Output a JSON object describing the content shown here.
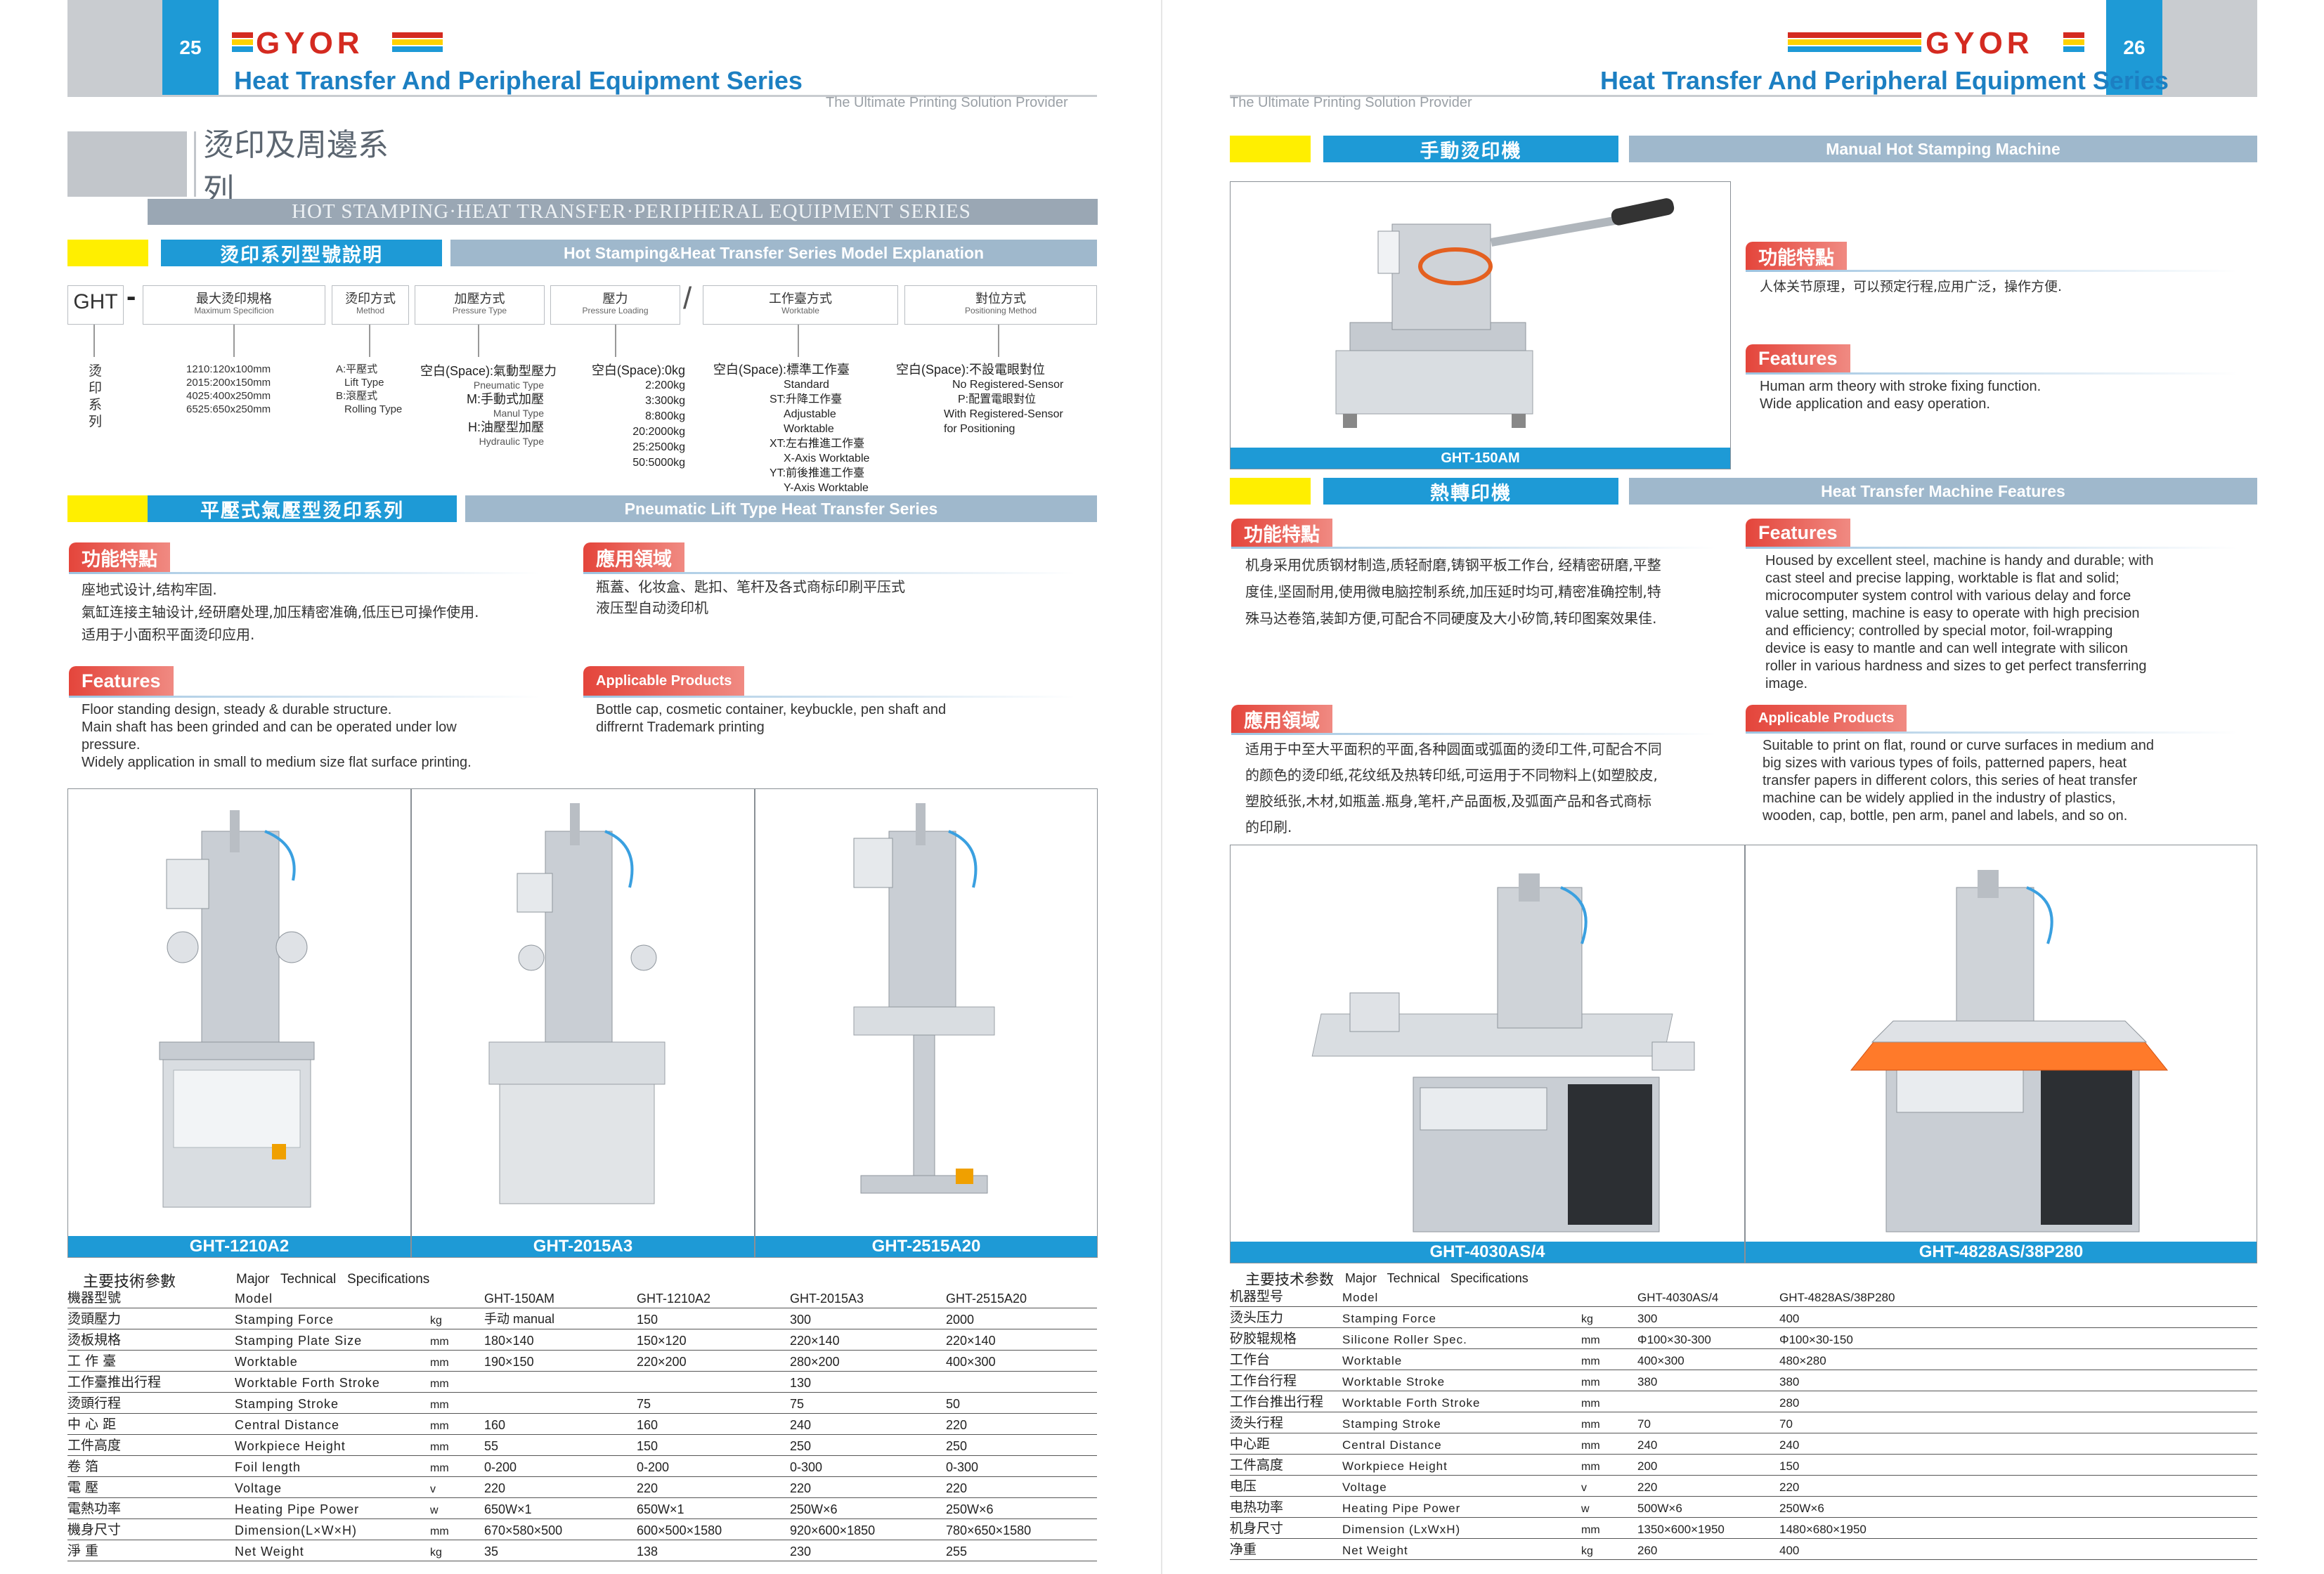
{
  "brand": {
    "logo": "GYOR",
    "colors": {
      "accent_blue": "#1e9ad6",
      "title_blue": "#1c7fc2",
      "grey": "#c9ccd0",
      "yellow": "#ffef00",
      "red": "#d42a20",
      "tag_red": "#e4453b"
    }
  },
  "left": {
    "page_number": "25",
    "series_title": "Heat Transfer And Peripheral Equipment Series",
    "slogan": "The Ultimate Printing Solution Provider",
    "main_title_cn": "烫印及周邊系列",
    "main_title_en": "HOT STAMPING·HEAT TRANSFER·PERIPHERAL EQUIPMENT SERIES",
    "model_section": {
      "cn": "烫印系列型號說明",
      "en": "Hot Stamping&Heat Transfer Series Model Explanation"
    },
    "model": {
      "code": "GHT",
      "dash": "-",
      "slash": "/",
      "boxes": [
        {
          "cn": "最大烫印規格",
          "en": "Maximum Specificion"
        },
        {
          "cn": "烫印方式",
          "en": "Method"
        },
        {
          "cn": "加壓方式",
          "en": "Pressure Type"
        },
        {
          "cn": "壓力",
          "en": "Pressure Loading"
        },
        {
          "cn": "工作臺方式",
          "en": "Worktable"
        },
        {
          "cn": "對位方式",
          "en": "Positioning Method"
        }
      ],
      "vertical_label": [
        "烫",
        "印",
        "系",
        "列"
      ],
      "specs": [
        "1210:120x100mm",
        "2015:200x150mm",
        "4025:400x250mm",
        "6525:650x250mm"
      ],
      "methods": [
        "A:平壓式",
        "Lift Type",
        "B:滾壓式",
        "Rolling Type"
      ],
      "pressure_types": [
        {
          "cn": "空白(Space):氣動型壓力",
          "en": "Pneumatic Type"
        },
        {
          "cn": "M:手動式加壓",
          "en": "Manul Type"
        },
        {
          "cn": "H:油壓型加壓",
          "en": "Hydraulic Type"
        }
      ],
      "loads": [
        "空白(Space):0kg",
        "2:200kg",
        "3:300kg",
        "8:800kg",
        "20:2000kg",
        "25:2500kg",
        "50:5000kg"
      ],
      "worktables": [
        "空白(Space):標準工作臺",
        "Standard",
        "ST:升降工作臺",
        "Adjustable Worktable",
        "XT:左右推進工作臺",
        "X-Axis Worktable",
        "YT:前後推進工作臺",
        "Y-Axis Worktable"
      ],
      "positioning": [
        "空白(Space):不設電眼對位",
        "No Registered-Sensor",
        "P:配置電眼對位",
        "With Registered-Sensor",
        "for Positioning"
      ]
    },
    "pneumatic_section": {
      "cn": "平壓式氣壓型烫印系列",
      "en": "Pneumatic Lift Type Heat Transfer Series"
    },
    "features_cn_tag": "功能特點",
    "features_cn": [
      "座地式设计,结构牢固.",
      "氣缸连接主轴设计,经研磨处理,加压精密准确,低压已可操作使用.",
      "适用于小面积平面烫印应用."
    ],
    "features_en_tag": "Features",
    "features_en": [
      "Floor standing design, steady & durable structure.",
      "Main shaft has been grinded and can be operated under low",
      "pressure.",
      "Widely application in small to medium size flat surface printing."
    ],
    "applications_cn_tag": "應用領域",
    "applications_cn": [
      "瓶蓋、化妆盒、匙扣、笔杆及各式商标印刷平压式",
      "液压型自动烫印机"
    ],
    "applications_en_tag": "Applicable Products",
    "applications_en": [
      "Bottle cap,  cosmetic container,  keybuckle,  pen shaft and",
      "diffrernt Trademark printing"
    ],
    "photos": [
      "GHT-1210A2",
      "GHT-2015A3",
      "GHT-2515A20"
    ],
    "spec_title_cn": "主要技術參數",
    "spec_title_en": "Major   Technical   Specifications",
    "spec_rows": [
      [
        "機器型號",
        "Model",
        "",
        "GHT-150AM",
        "GHT-1210A2",
        "GHT-2015A3",
        "GHT-2515A20"
      ],
      [
        "烫頭壓力",
        "Stamping Force",
        "kg",
        "手动 manual",
        "150",
        "300",
        "2000"
      ],
      [
        "烫板規格",
        "Stamping Plate Size",
        "mm",
        "180×140",
        "150×120",
        "220×140",
        "220×140"
      ],
      [
        "工 作 臺",
        "Worktable",
        "mm",
        "190×150",
        "220×200",
        "280×200",
        "400×300"
      ],
      [
        "工作臺推出行程",
        "Worktable Forth Stroke",
        "mm",
        "",
        "",
        "130",
        ""
      ],
      [
        "烫頭行程",
        "Stamping Stroke",
        "mm",
        "",
        "75",
        "75",
        "50"
      ],
      [
        "中 心 距",
        "Central Distance",
        "mm",
        "160",
        "160",
        "240",
        "220"
      ],
      [
        "工件高度",
        "Workpiece Height",
        "mm",
        "55",
        "150",
        "250",
        "250"
      ],
      [
        "卷    箔",
        "Foil length",
        "mm",
        "0-200",
        "0-200",
        "0-300",
        "0-300"
      ],
      [
        "電    壓",
        "Voltage",
        "v",
        "220",
        "220",
        "220",
        "220"
      ],
      [
        "電熱功率",
        "Heating Pipe Power",
        "w",
        "650W×1",
        "650W×1",
        "250W×6",
        "250W×6"
      ],
      [
        "機身尺寸",
        "Dimension(L×W×H)",
        "mm",
        "670×580×500",
        "600×500×1580",
        "920×600×1850",
        "780×650×1580"
      ],
      [
        "淨    重",
        "Net Weight",
        "kg",
        "35",
        "138",
        "230",
        "255"
      ]
    ]
  },
  "right": {
    "page_number": "26",
    "series_title": "Heat Transfer And Peripheral Equipment Series",
    "slogan": "The Ultimate Printing Solution Provider",
    "manual_section": {
      "cn": "手動烫印機",
      "en": "Manual Hot Stamping Machine"
    },
    "manual_photo": "GHT-150AM",
    "manual_features_cn_tag": "功能特點",
    "manual_features_cn": "人体关节原理，可以预定行程,应用广泛，操作方便.",
    "manual_features_en_tag": "Features",
    "manual_features_en": [
      "Human arm theory with stroke fixing function.",
      "Wide application and easy operation."
    ],
    "heat_section": {
      "cn": "熱轉印機",
      "en": "Heat Transfer Machine Features"
    },
    "heat_features_cn_tag": "功能特點",
    "heat_features_cn": [
      "机身采用优质钢材制造,质轻耐磨,铸钢平板工作台, 经精密研磨,平整",
      "度佳,坚固耐用,使用微电脑控制系统,加压延时均可,精密准确控制,特",
      "殊马达卷箔,装卸方便,可配合不同硬度及大小矽筒,转印图案效果佳."
    ],
    "heat_features_en_tag": "Features",
    "heat_features_en": [
      "Housed by excellent steel, machine is handy and durable; with",
      "cast steel and precise lapping, worktable is flat and solid;",
      "microcomputer system control with various delay and force",
      "value setting, machine is easy to operate with high precision",
      "and efficiency; controlled by special motor, foil-wrapping",
      "device is easy to mantle and can well integrate with silicon",
      "roller in various hardness and sizes to get perfect transferring",
      "image."
    ],
    "heat_app_cn_tag": "應用領域",
    "heat_app_cn": [
      "适用于中至大平面积的平面,各种圆面或弧面的烫印工件,可配合不同",
      "的颜色的烫印纸,花纹纸及热转印纸,可运用于不同物料上(如塑胶皮,",
      "塑胶纸张,木材,如瓶盖.瓶身,笔杆,产品面板,及弧面产品和各式商标",
      "的印刷."
    ],
    "heat_app_en_tag": "Applicable Products",
    "heat_app_en": [
      "Suitable to print on flat, round or curve surfaces in medium and",
      "big sizes with various types of foils, patterned papers, heat",
      "transfer papers in different colors, this series of heat transfer",
      "machine can be widely applied in the industry of plastics,",
      "wooden, cap, bottle, pen arm, panel and labels, and so on."
    ],
    "photos": [
      "GHT-4030AS/4",
      "GHT-4828AS/38P280"
    ],
    "spec_title_cn": "主要技术参数",
    "spec_title_en": "Major   Technical   Specifications",
    "spec_rows": [
      [
        "机器型号",
        "Model",
        "",
        "GHT-4030AS/4",
        "GHT-4828AS/38P280"
      ],
      [
        "烫头压力",
        "Stamping Force",
        "kg",
        "300",
        "400"
      ],
      [
        "矽胶辊规格",
        "Silicone Roller Spec.",
        "mm",
        "Φ100×30-300",
        "Φ100×30-150"
      ],
      [
        "工作台",
        "Worktable",
        "mm",
        "400×300",
        "480×280"
      ],
      [
        "工作台行程",
        "Worktable Stroke",
        "mm",
        "380",
        "380"
      ],
      [
        "工作台推出行程",
        "Worktable Forth Stroke",
        "mm",
        "",
        "280"
      ],
      [
        "烫头行程",
        "Stamping Stroke",
        "mm",
        "70",
        "70"
      ],
      [
        "中心距",
        "Central Distance",
        "mm",
        "240",
        "240"
      ],
      [
        "工件高度",
        "Workpiece Height",
        "mm",
        "200",
        "150"
      ],
      [
        "电压",
        "Voltage",
        "v",
        "220",
        "220"
      ],
      [
        "电热功率",
        "Heating Pipe Power",
        "w",
        "500W×6",
        "250W×6"
      ],
      [
        "机身尺寸",
        "Dimension (LxWxH)",
        "mm",
        "1350×600×1950",
        "1480×680×1950"
      ],
      [
        "净重",
        "Net Weight",
        "kg",
        "260",
        "400"
      ]
    ]
  }
}
